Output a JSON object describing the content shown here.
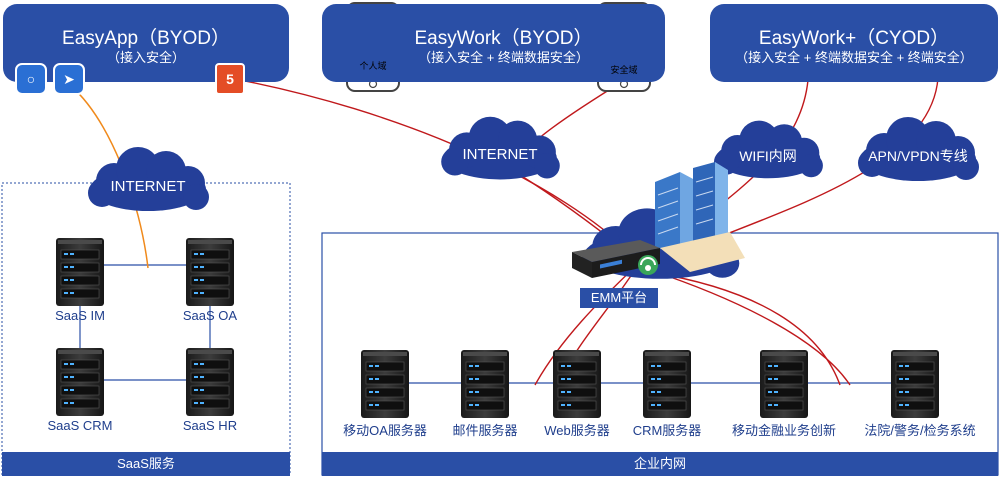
{
  "top_boxes": {
    "easyapp": {
      "title": "EasyApp（BYOD）",
      "subtitle": "（接入安全）"
    },
    "easywork": {
      "title": "EasyWork（BYOD）",
      "subtitle": "（接入安全 + 终端数据安全）"
    },
    "easyworkplus": {
      "title": "EasyWork+（CYOD）",
      "subtitle": "（接入安全 + 终端数据安全 + 终端安全）"
    }
  },
  "phones": {
    "personal": "个人域",
    "secure": "安全域"
  },
  "clouds": {
    "internet_left": "INTERNET",
    "internet_center": "INTERNET",
    "wifi": "WIFI内网",
    "apn": "APN/VPDN专线"
  },
  "emm_label": "EMM平台",
  "saas": {
    "servers": [
      "SaaS IM",
      "SaaS OA",
      "SaaS CRM",
      "SaaS HR"
    ],
    "footer": "SaaS服务"
  },
  "enterprise": {
    "servers": [
      "移动OA服务器",
      "邮件服务器",
      "Web服务器",
      "CRM服务器",
      "移动金融业务创新",
      "法院/警务/检务系统"
    ],
    "footer": "企业内网"
  },
  "colors": {
    "brand": "#2a4fa6",
    "link_red": "#c0191c",
    "link_orange": "#f08a1c",
    "label_blue": "#1f3e8c"
  }
}
